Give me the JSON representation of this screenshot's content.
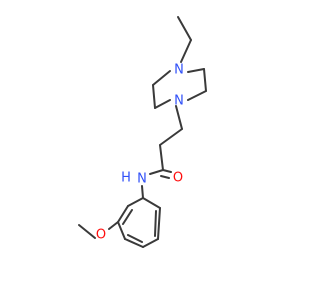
{
  "molecule": {
    "labels": {
      "n_top": "N",
      "n_bottom": "N",
      "carbonyl_o": "O",
      "amide_nh": "N",
      "amide_h": "H",
      "methoxy_o": "O"
    },
    "colors": {
      "bond": "#3a3a3a",
      "nitrogen": "#3050f8",
      "oxygen": "#ff0d0d"
    }
  }
}
